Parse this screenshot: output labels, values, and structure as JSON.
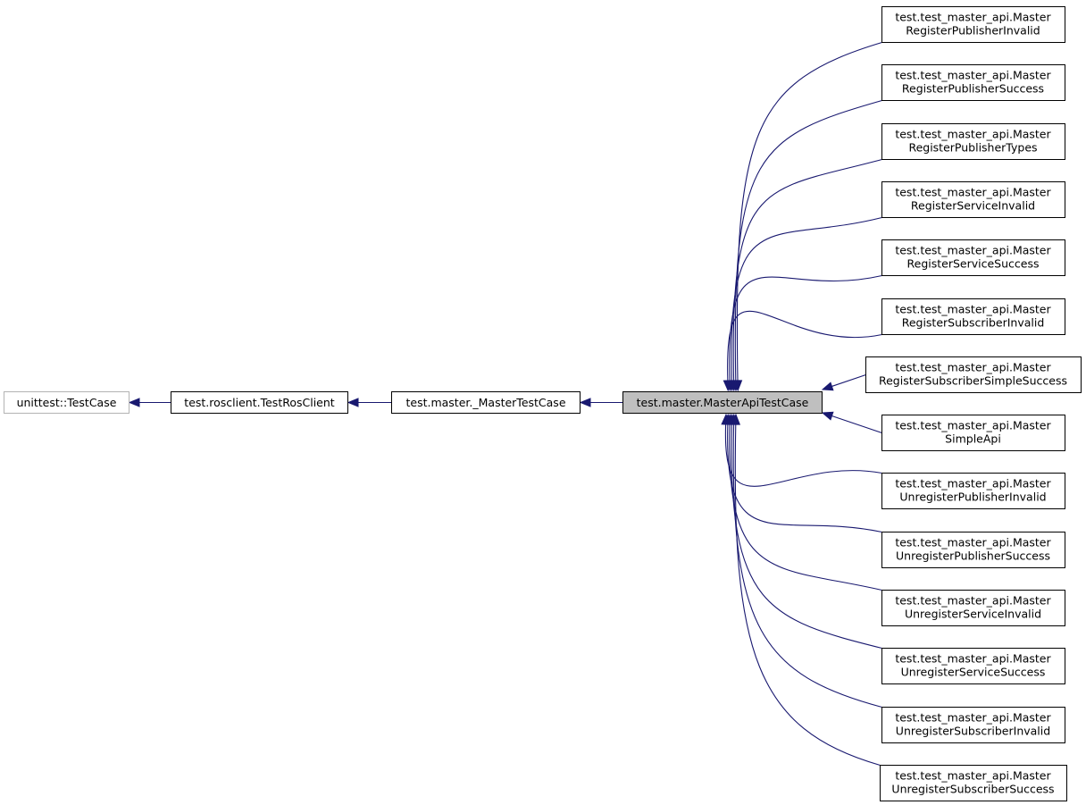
{
  "diagram": {
    "base": {
      "label": "unittest::TestCase"
    },
    "chain": [
      {
        "label": "test.rosclient.TestRosClient"
      },
      {
        "label": "test.master._MasterTestCase"
      },
      {
        "label": "test.master.MasterApiTestCase"
      }
    ],
    "children": [
      {
        "line1": "test.test_master_api.Master",
        "line2": "RegisterPublisherInvalid"
      },
      {
        "line1": "test.test_master_api.Master",
        "line2": "RegisterPublisherSuccess"
      },
      {
        "line1": "test.test_master_api.Master",
        "line2": "RegisterPublisherTypes"
      },
      {
        "line1": "test.test_master_api.Master",
        "line2": "RegisterServiceInvalid"
      },
      {
        "line1": "test.test_master_api.Master",
        "line2": "RegisterServiceSuccess"
      },
      {
        "line1": "test.test_master_api.Master",
        "line2": "RegisterSubscriberInvalid"
      },
      {
        "line1": "test.test_master_api.Master",
        "line2": "RegisterSubscriberSimpleSuccess"
      },
      {
        "line1": "test.test_master_api.Master",
        "line2": "SimpleApi"
      },
      {
        "line1": "test.test_master_api.Master",
        "line2": "UnregisterPublisherInvalid"
      },
      {
        "line1": "test.test_master_api.Master",
        "line2": "UnregisterPublisherSuccess"
      },
      {
        "line1": "test.test_master_api.Master",
        "line2": "UnregisterServiceInvalid"
      },
      {
        "line1": "test.test_master_api.Master",
        "line2": "UnregisterServiceSuccess"
      },
      {
        "line1": "test.test_master_api.Master",
        "line2": "UnregisterSubscriberInvalid"
      },
      {
        "line1": "test.test_master_api.Master",
        "line2": "UnregisterSubscriberSuccess"
      }
    ]
  },
  "colors": {
    "edge": "#191970",
    "focus_fill": "#bfbfbf",
    "external_border": "#b3b3b3"
  }
}
